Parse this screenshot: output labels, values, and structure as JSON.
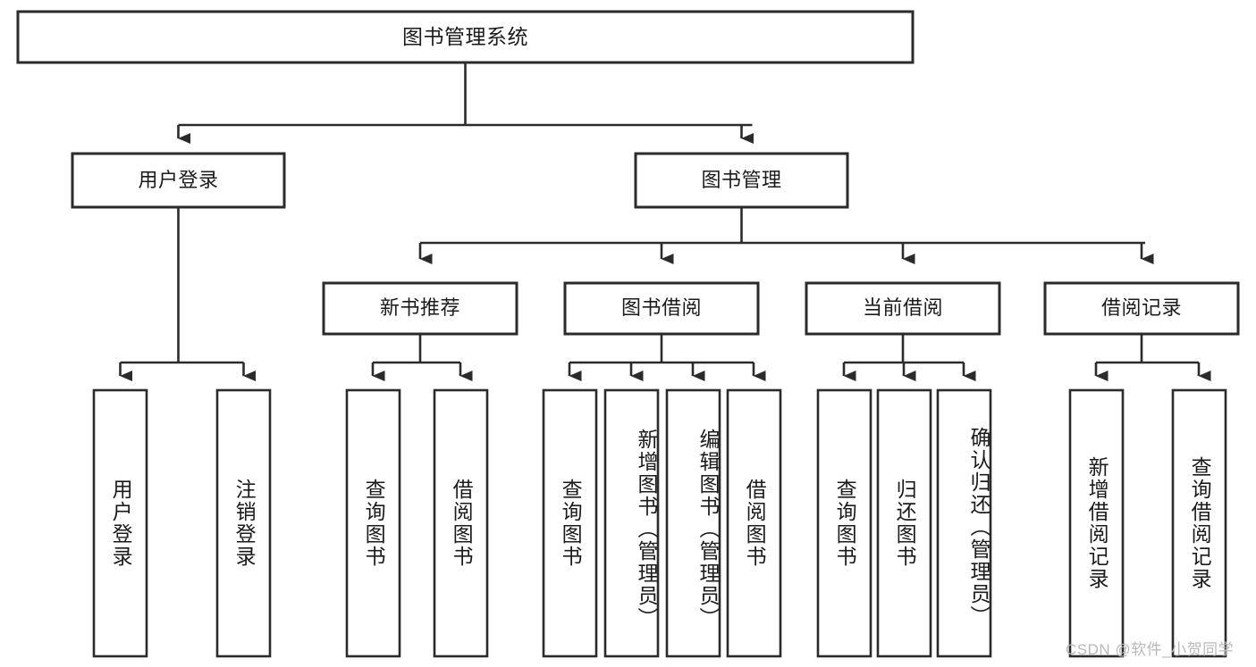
{
  "diagram": {
    "title": "图书管理系统",
    "type": "tree-hierarchy-diagram",
    "root": {
      "id": "root",
      "label": "图书管理系统",
      "orientation": "horizontal"
    },
    "level2": [
      {
        "id": "user-login",
        "label": "用户登录",
        "orientation": "horizontal"
      },
      {
        "id": "book-management",
        "label": "图书管理",
        "orientation": "horizontal"
      }
    ],
    "level3": [
      {
        "id": "new-book-recommend",
        "label": "新书推荐",
        "orientation": "horizontal",
        "parent": "book-management"
      },
      {
        "id": "book-borrow",
        "label": "图书借阅",
        "orientation": "horizontal",
        "parent": "book-management"
      },
      {
        "id": "current-borrow",
        "label": "当前借阅",
        "orientation": "horizontal",
        "parent": "book-management"
      },
      {
        "id": "borrow-record",
        "label": "借阅记录",
        "orientation": "horizontal",
        "parent": "book-management"
      }
    ],
    "leaves": [
      {
        "id": "leaf-user-login",
        "label": "用户登录",
        "orientation": "vertical",
        "parent": "user-login"
      },
      {
        "id": "leaf-user-logout",
        "label": "注销登录",
        "orientation": "vertical",
        "parent": "user-login"
      },
      {
        "id": "leaf-query-book-1",
        "label": "查询图书",
        "orientation": "vertical",
        "parent": "new-book-recommend"
      },
      {
        "id": "leaf-borrow-book-1",
        "label": "借阅图书",
        "orientation": "vertical",
        "parent": "new-book-recommend"
      },
      {
        "id": "leaf-query-book-2",
        "label": "查询图书",
        "orientation": "vertical",
        "parent": "book-borrow"
      },
      {
        "id": "leaf-add-book",
        "label": "新增图书（管理员）",
        "orientation": "vertical",
        "parent": "book-borrow"
      },
      {
        "id": "leaf-edit-book",
        "label": "编辑图书（管理员）",
        "orientation": "vertical",
        "parent": "book-borrow"
      },
      {
        "id": "leaf-borrow-book-2",
        "label": "借阅图书",
        "orientation": "vertical",
        "parent": "book-borrow"
      },
      {
        "id": "leaf-query-book-3",
        "label": "查询图书",
        "orientation": "vertical",
        "parent": "current-borrow"
      },
      {
        "id": "leaf-return-book",
        "label": "归还图书",
        "orientation": "vertical",
        "parent": "current-borrow"
      },
      {
        "id": "leaf-confirm-return",
        "label": "确认归还（管理员）",
        "orientation": "vertical",
        "parent": "current-borrow"
      },
      {
        "id": "leaf-add-record",
        "label": "新增借阅记录",
        "orientation": "vertical",
        "parent": "borrow-record"
      },
      {
        "id": "leaf-query-record",
        "label": "查询借阅记录",
        "orientation": "vertical",
        "parent": "borrow-record"
      }
    ],
    "colors": {
      "stroke": "#2b2b2b",
      "fill": "#ffffff",
      "text": "#1b1b1b",
      "watermark": "#b9b9b9"
    }
  },
  "watermark": {
    "text": "CSDN @软件_小贺同学"
  }
}
